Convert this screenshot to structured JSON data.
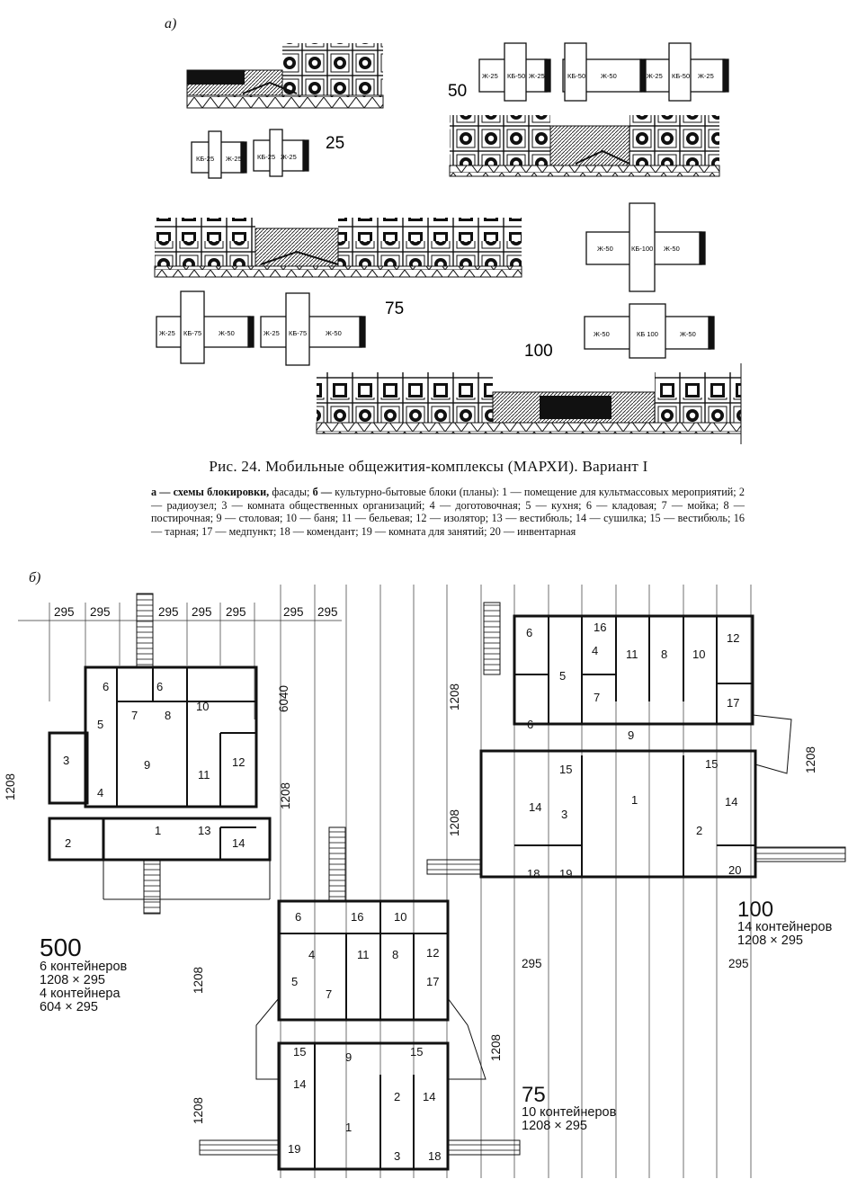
{
  "section_a_label": "а)",
  "section_b_label": "б)",
  "variants": {
    "v25": "25",
    "v50": "50",
    "v75": "75",
    "v100": "100"
  },
  "blocks": {
    "zh25": "Ж-25",
    "zh50": "Ж-50",
    "kb25": "КБ-25",
    "kb50": "КБ-50",
    "kb75": "КБ-75",
    "kb100": "КБ-100",
    "kb100b": "КБ 100"
  },
  "caption": "Рис. 24. Мобильные общежития-комплексы (МАРХИ). Вариант I",
  "legend": {
    "a_key": "а — схемы блокировки,",
    "a_text": " фасады; ",
    "b_key": "б —",
    "b_text": " культурно-бытовые блоки (планы): 1 — помещение для культмассовых мероприятий; 2 — радиоузел; 3 — комната общественных организаций; 4 — доготовочная; 5 — кухня; 6 — кладовая; 7 — мойка; 8 — постирочная; 9 — столовая; 10 — баня; 11 — бельевая; 12 — изолятор; 13 — вестибюль; 14 — сушилка; 15 — вестибюль; 16 — тарная; 17 — медпункт; 18 — комендант; 19 — комната для занятий; 20 — инвентарная"
  },
  "dims": {
    "d295": "295",
    "d1208": "1208",
    "d6040": "6040"
  },
  "plans": {
    "p500": {
      "title": "500",
      "l1": "6 контейнеров",
      "l2": "1208 × 295",
      "l3": "4 контейнера",
      "l4": "604 × 295"
    },
    "p75": {
      "title": "75",
      "l1": "10 контейнеров",
      "l2": "1208 × 295"
    },
    "p100": {
      "title": "100",
      "l1": "14 контейнеров",
      "l2": "1208 × 295"
    }
  },
  "rooms": [
    "1",
    "2",
    "3",
    "4",
    "5",
    "6",
    "7",
    "8",
    "9",
    "10",
    "11",
    "12",
    "13",
    "14",
    "15",
    "16",
    "17",
    "18",
    "19",
    "20"
  ]
}
